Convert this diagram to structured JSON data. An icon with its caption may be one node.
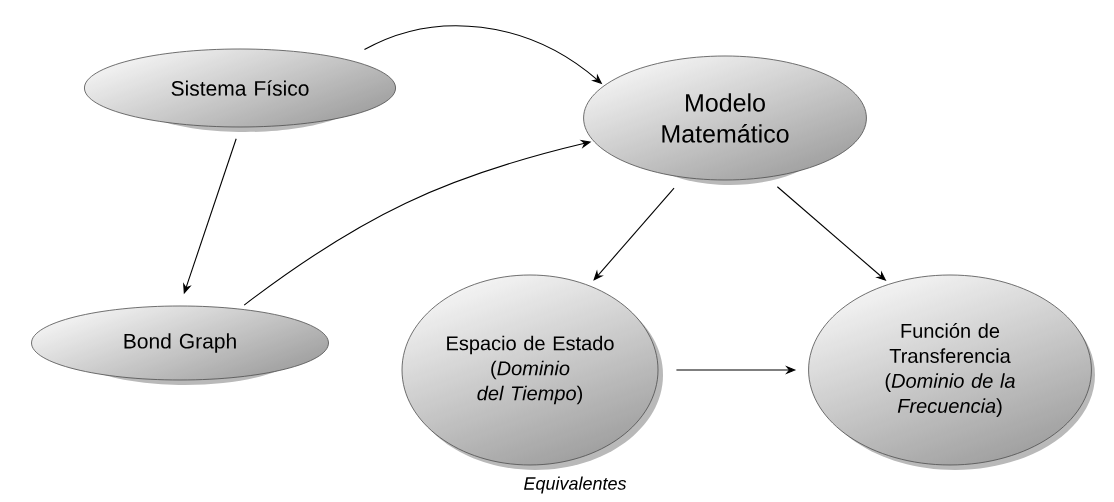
{
  "diagram": {
    "nodes": [
      {
        "text": [
          "Sistema Físico"
        ]
      },
      {
        "text": [
          "Modelo Matemático"
        ]
      },
      {
        "text": [
          "Bond Graph"
        ]
      },
      {
        "text": [
          "Espacio de Estado",
          "(*Dominio del Tiempo*)"
        ]
      },
      {
        "text": [
          "Función de Transferencia",
          "(*Dominio de la Frecuencia*)"
        ]
      }
    ],
    "edges": [
      {
        "from": 0,
        "to": 1,
        "arrow": "to"
      },
      {
        "from": 0,
        "to": 2,
        "arrow": "to"
      },
      {
        "from": 2,
        "to": 1,
        "arrow": "to"
      },
      {
        "from": 1,
        "to": 3,
        "arrow": "to"
      },
      {
        "from": 1,
        "to": 4,
        "arrow": "to"
      },
      {
        "from": 3,
        "to": 4,
        "arrow": "to"
      }
    ],
    "labels": [
      "*Equivalentes*"
    ]
  }
}
